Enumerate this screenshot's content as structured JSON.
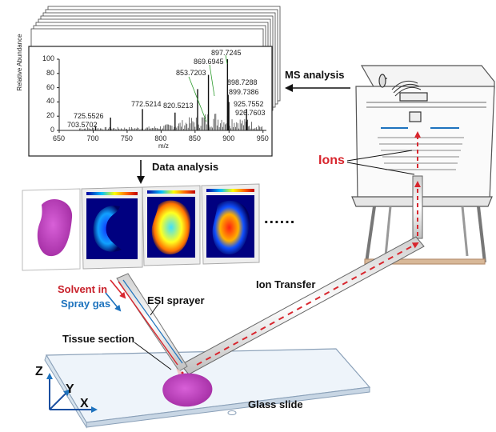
{
  "labels": {
    "ms_analysis": "MS analysis",
    "data_analysis": "Data analysis",
    "ions": "Ions",
    "ion_transfer": "Ion Transfer",
    "solvent_in": "Solvent in",
    "spray_gas": "Spray gas",
    "esi_sprayer": "ESI sprayer",
    "tissue_section": "Tissue section",
    "glass_slide": "Glass slide",
    "ellipsis": "......"
  },
  "axes3d": {
    "z": "Z",
    "y": "Y",
    "x": "X"
  },
  "spectrum": {
    "ylabel": "Relative Abundance",
    "xlabel": "m/z",
    "yticks": [
      "100",
      "80",
      "60",
      "40",
      "20",
      "0"
    ],
    "xticks": [
      "650",
      "700",
      "750",
      "800",
      "850",
      "900",
      "950"
    ],
    "peaks": [
      "703.5702",
      "725.5526",
      "772.5214",
      "820.5213",
      "853.7203",
      "869.6945",
      "897.7245",
      "898.7288",
      "899.7386",
      "925.7552",
      "926.7603"
    ]
  },
  "chart_data": {
    "type": "bar",
    "xlabel": "m/z",
    "ylabel": "Relative Abundance",
    "xlim": [
      650,
      955
    ],
    "ylim": [
      0,
      100
    ],
    "x": [
      703.5702,
      725.5526,
      772.5214,
      820.5213,
      853.7203,
      869.6945,
      897.7245,
      898.7288,
      899.7386,
      925.7552,
      926.7603
    ],
    "values": [
      6,
      18,
      30,
      25,
      58,
      78,
      100,
      50,
      40,
      30,
      15
    ]
  },
  "colors": {
    "red": "#d8262e",
    "blue": "#1e73be",
    "tissue": "#c03cc0"
  }
}
